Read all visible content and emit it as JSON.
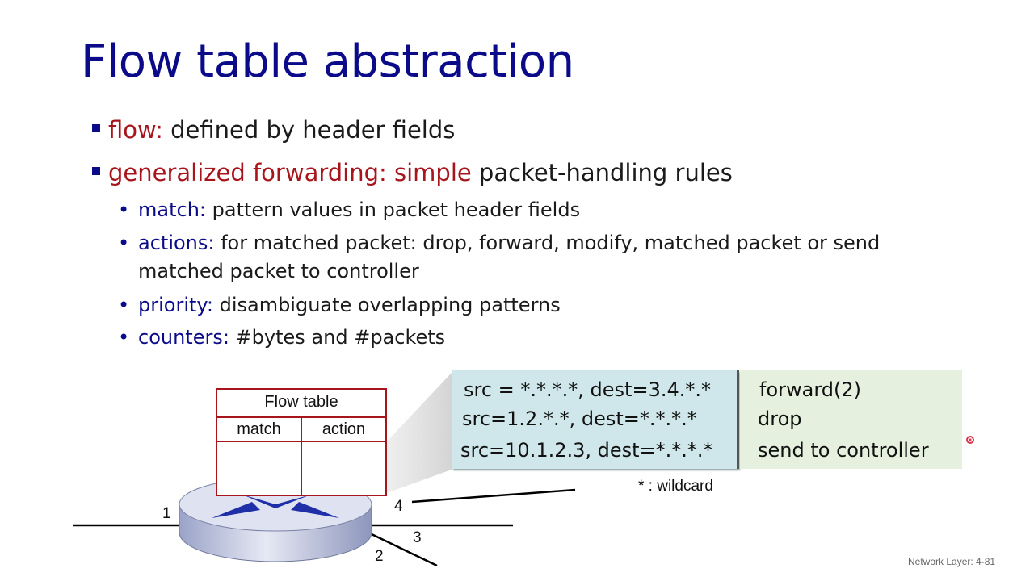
{
  "title": "Flow table abstraction",
  "bullets": [
    {
      "key": "flow:",
      "rest": " defined by header fields"
    },
    {
      "key": "generalized forwarding: simple",
      "rest": " packet-handling rules"
    }
  ],
  "subbullets": [
    {
      "key": "match:",
      "rest": " pattern values in packet header fields"
    },
    {
      "key": "actions:",
      "rest": " for matched packet: drop, forward, modify, matched packet or send",
      "cont": "matched packet to controller"
    },
    {
      "key": "priority:",
      "rest": " disambiguate overlapping patterns"
    },
    {
      "key": "counters:",
      "rest": " #bytes and #packets"
    }
  ],
  "rules": [
    {
      "match": "src = *.*.*.*, dest=3.4.*.*",
      "action": "forward(2)"
    },
    {
      "match": "src=1.2.*.*, dest=*.*.*.*",
      "action": "drop"
    },
    {
      "match": "src=10.1.2.3, dest=*.*.*.*",
      "action": "send to controller"
    }
  ],
  "wildcard_note": "* : wildcard",
  "flow_table": {
    "title": "Flow table",
    "col_match": "match",
    "col_action": "action"
  },
  "ports": [
    "1",
    "2",
    "3",
    "4"
  ],
  "footer": "Network Layer: 4-81"
}
